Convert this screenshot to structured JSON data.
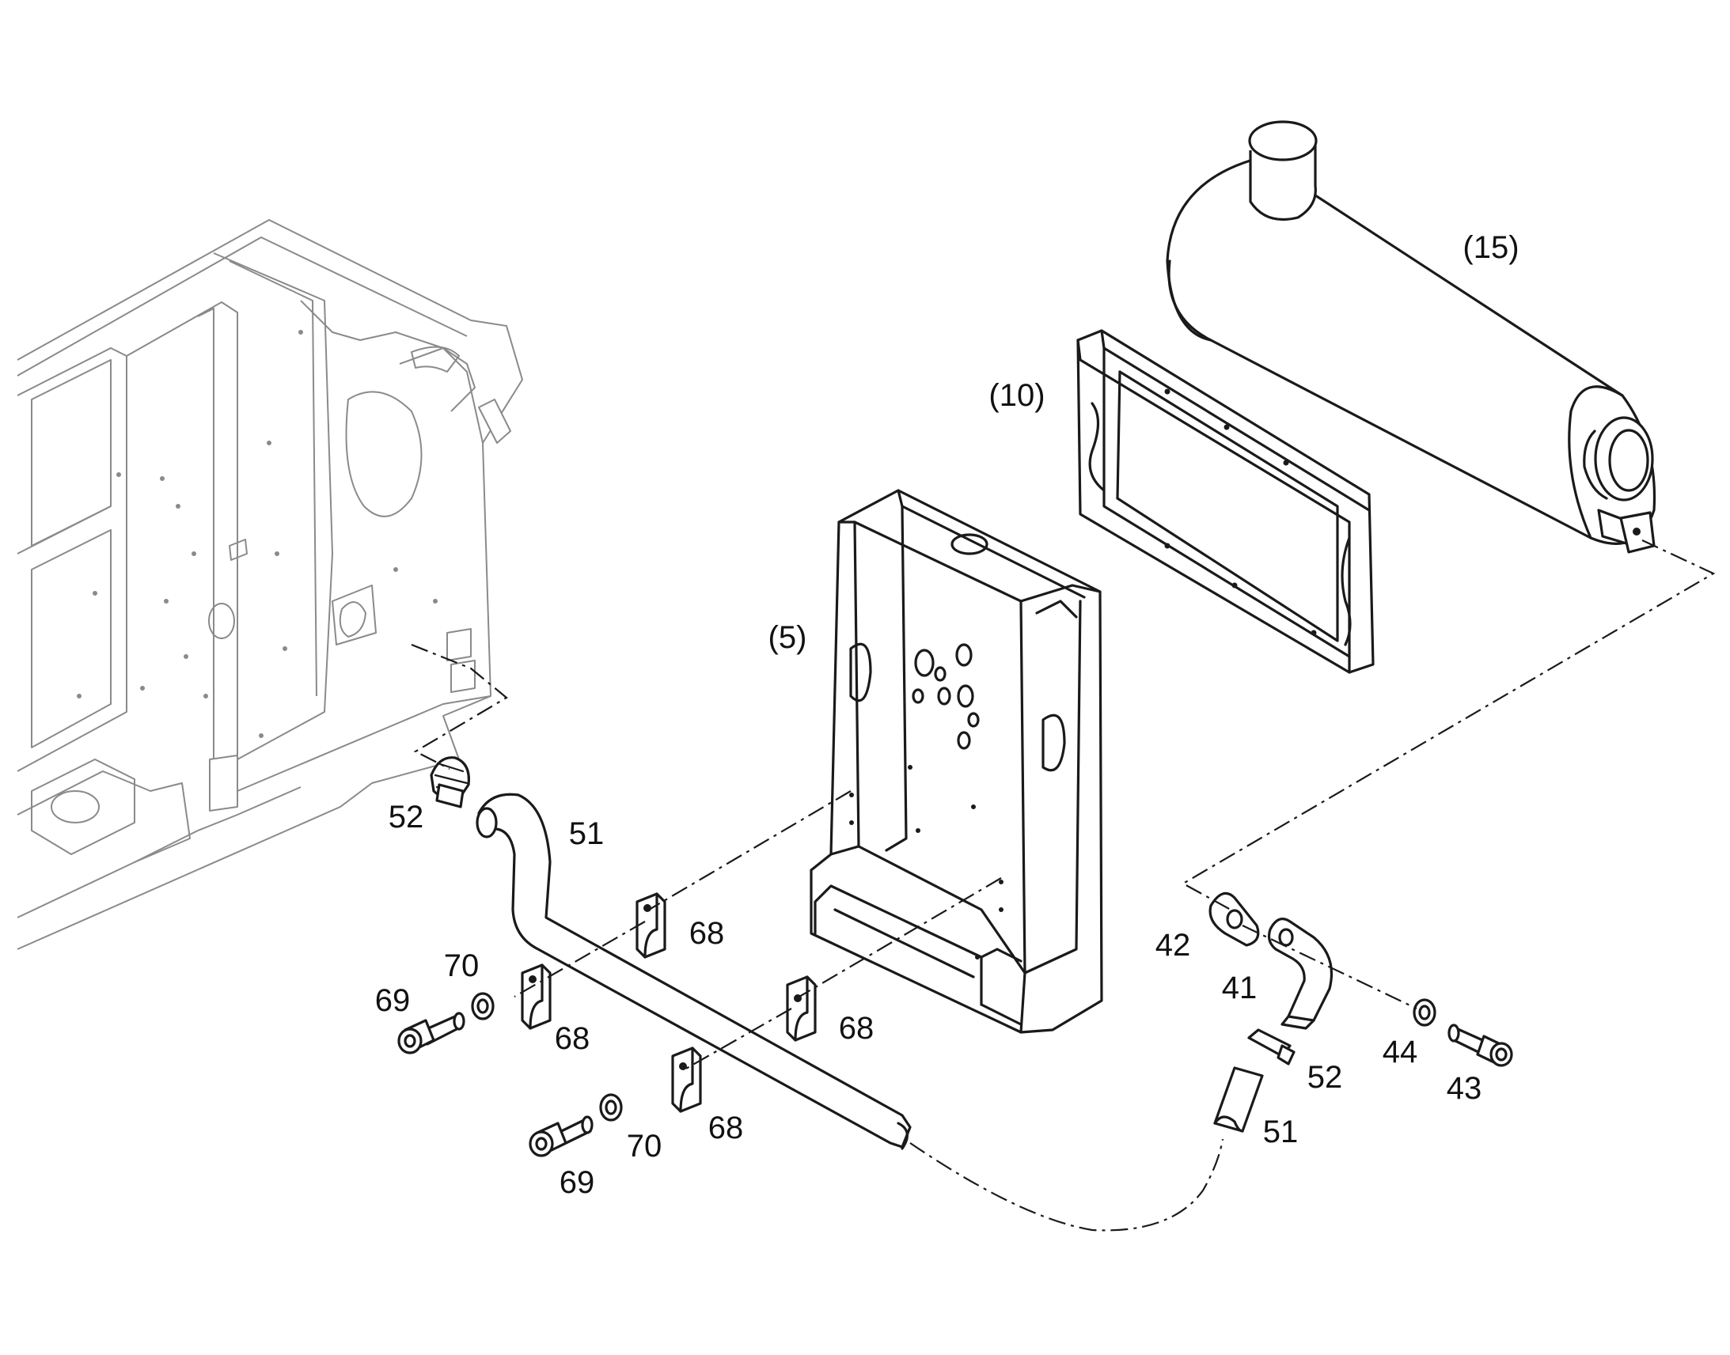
{
  "callouts": {
    "c15": "(15)",
    "c10": "(10)",
    "c5": "(5)",
    "c52a": "52",
    "c51a": "51",
    "c68a": "68",
    "c70a": "70",
    "c69a": "69",
    "c68b": "68",
    "c68c": "68",
    "c68d": "68",
    "c70b": "70",
    "c69b": "69",
    "c42": "42",
    "c41": "41",
    "c44": "44",
    "c43": "43",
    "c52b": "52",
    "c51b": "51"
  }
}
